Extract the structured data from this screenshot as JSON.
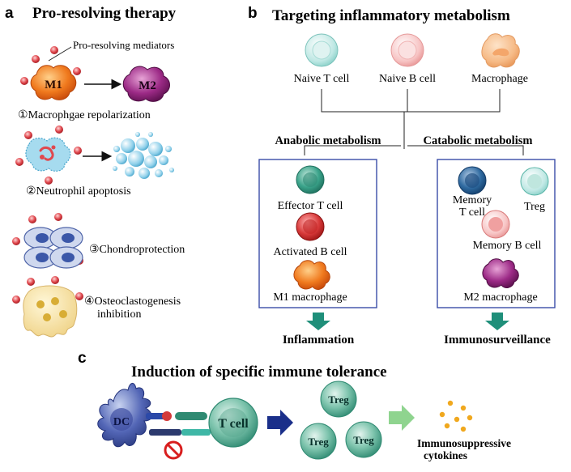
{
  "panel_a": {
    "letter": "a",
    "title": "Pro-resolving therapy",
    "mediators_label": "Pro-resolving mediators",
    "m1_label": "M1",
    "m2_label": "M2",
    "item1": "①Macrophgae repolarization",
    "item2": "②Neutrophil apoptosis",
    "item3": "③Chondroprotection",
    "item4_line1": "④Osteoclastogenesis",
    "item4_line2": "inhibition"
  },
  "panel_b": {
    "letter": "b",
    "title": "Targeting inflammatory metabolism",
    "naive_t": "Naive T cell",
    "naive_b": "Naive B cell",
    "macrophage": "Macrophage",
    "anabolic": "Anabolic metabolism",
    "catabolic": "Catabolic metabolism",
    "effector_t": "Effector T cell",
    "activated_b": "Activated B cell",
    "m1_macrophage": "M1 macrophage",
    "memory_t_line1": "Memory",
    "memory_t_line2": "T cell",
    "treg": "Treg",
    "memory_b": "Memory B cell",
    "m2_macrophage": "M2 macrophage",
    "inflammation": "Inflammation",
    "immunosurveillance": "Immunosurveillance"
  },
  "panel_c": {
    "letter": "c",
    "title": "Induction of specific immune tolerance",
    "dc": "DC",
    "t_cell": "T cell",
    "treg_1": "Treg",
    "treg_2": "Treg",
    "treg_3": "Treg",
    "cytokines_line1": "Immunosuppressive",
    "cytokines_line2": "cytokines"
  },
  "colors": {
    "box_border": "#3a4ca8",
    "teal_arrow": "#1f8f7a",
    "navy_arrow": "#1a2f8a",
    "light_green_arrow": "#8fd48f",
    "mediator_red": "#d9363e"
  }
}
